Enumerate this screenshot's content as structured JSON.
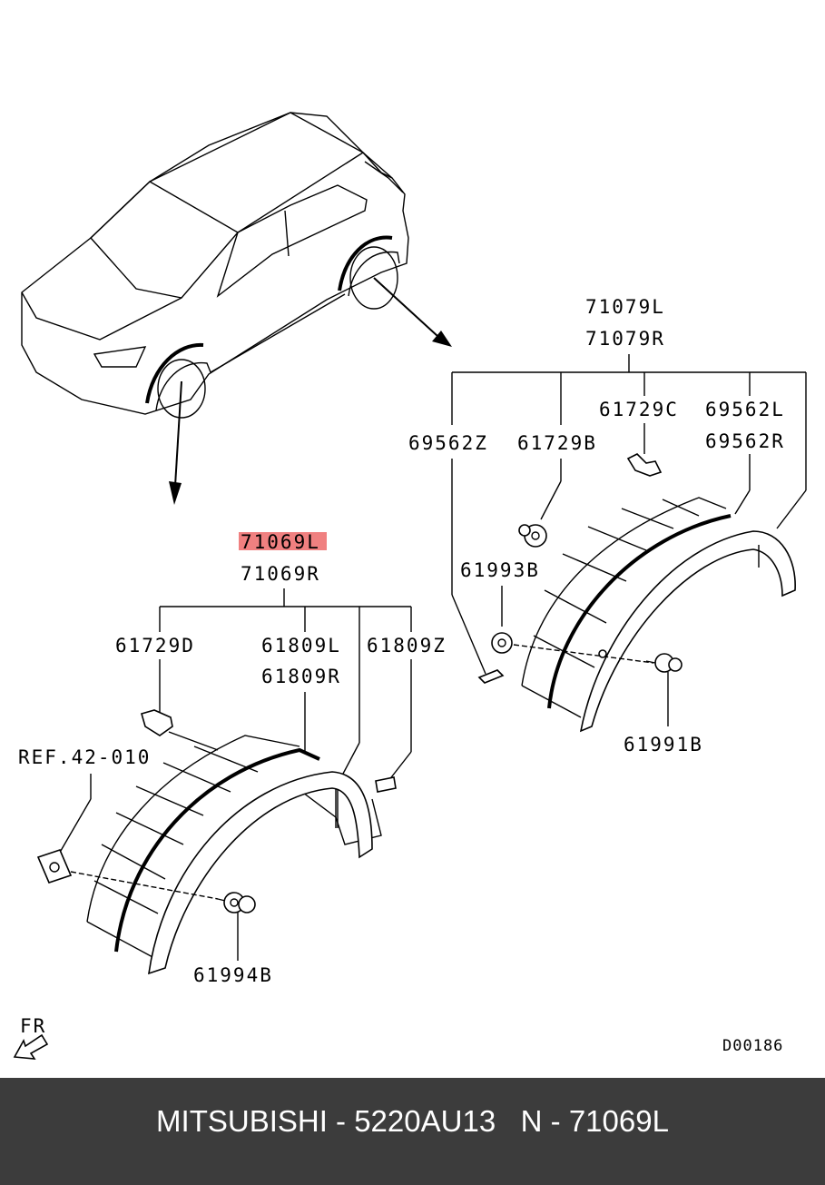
{
  "labels": {
    "rear_group_l": "71079L",
    "rear_group_r": "71079R",
    "rear_clip_c": "61729C",
    "rear_trim_l": "69562L",
    "rear_trim_r": "69562R",
    "rear_trim_z": "69562Z",
    "rear_clip_b": "61729B",
    "rear_nut": "61993B",
    "rear_screw": "61991B",
    "front_group_l": "71069L",
    "front_group_r": "71069R",
    "front_clip_d": "61729D",
    "front_trim_l": "61809L",
    "front_trim_r": "61809R",
    "front_trim_z": "61809Z",
    "ref": "REF.42-010",
    "front_screw": "61994B",
    "direction": "FR",
    "diagram_code": "D00186"
  },
  "highlight_color": "#f08080",
  "footer": {
    "text": "MITSUBISHI - 5220AU13   N - 71069L"
  }
}
